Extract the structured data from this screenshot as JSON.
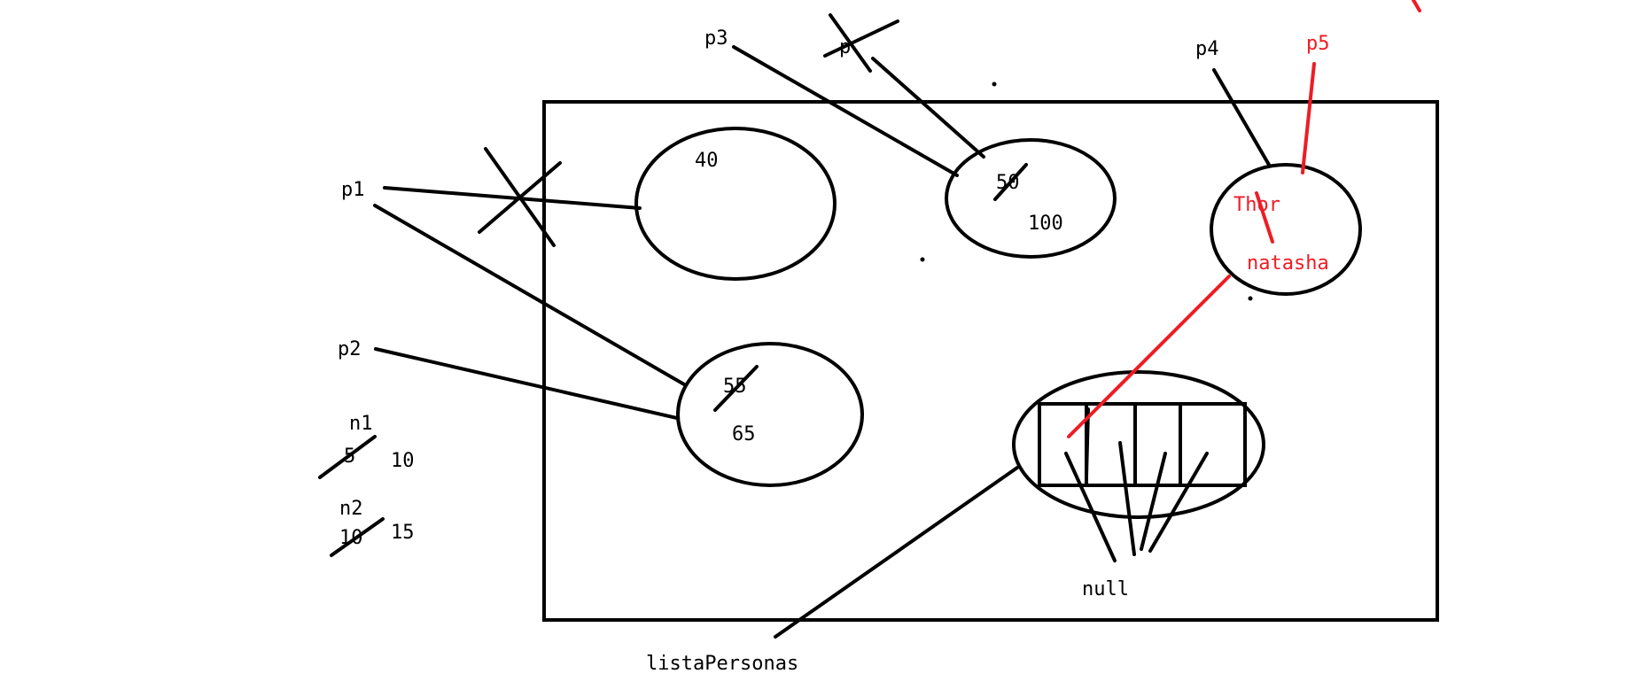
{
  "colors": {
    "ink": "#000000",
    "accent": "#ee1c24",
    "background": "#ffffff"
  },
  "labels": {
    "p1": "p1",
    "p2": "p2",
    "p3": "p3",
    "p_crossed": "p",
    "p4": "p4",
    "p5": "p5",
    "n1": "n1",
    "n1_old": "5",
    "n1_new": "10",
    "n2": "n2",
    "n2_old": "10",
    "n2_new": "15",
    "lista": "listaPersonas",
    "null": "null"
  },
  "objects": {
    "obj40": {
      "value": "40"
    },
    "obj50": {
      "old_value": "50",
      "new_value": "100"
    },
    "obj55": {
      "old_value": "55",
      "new_value": "65"
    },
    "objThor": {
      "old_name": "Thor",
      "new_name": "natasha"
    },
    "list": {
      "slots": 4
    }
  }
}
